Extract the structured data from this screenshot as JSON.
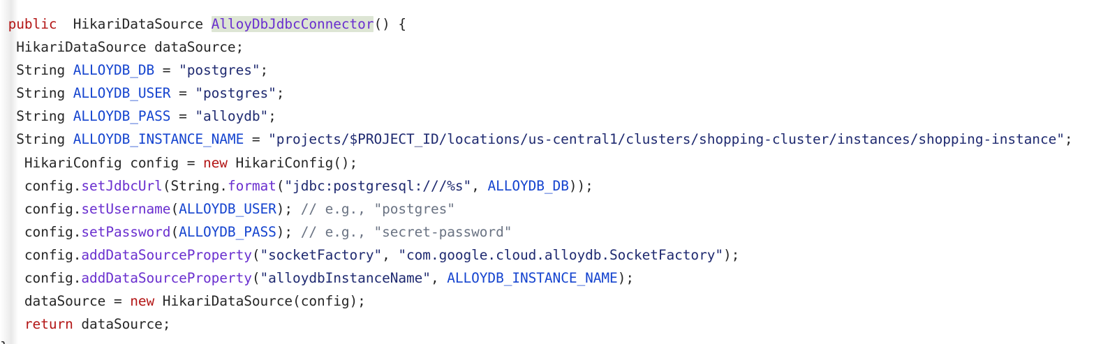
{
  "figure": {
    "name": "java-code-snippet",
    "language": "java",
    "background_color": "#ffffff",
    "highlight_color": "#dde5d4",
    "colors": {
      "keyword": "#b31616",
      "identifier": "#1544cf",
      "string": "#1f2a70",
      "method": "#6a2fcf",
      "comment": "#6a7383",
      "plain": "#262626"
    }
  },
  "code": {
    "lines": [
      {
        "n": 1,
        "text": "public  HikariDataSource AlloyDbJdbcConnector() {",
        "tokens": [
          {
            "t": " ",
            "c": "plain"
          },
          {
            "t": "public",
            "c": "kw"
          },
          {
            "t": "  ",
            "c": "plain"
          },
          {
            "t": "HikariDataSource",
            "c": "type"
          },
          {
            "t": " ",
            "c": "plain"
          },
          {
            "t": "AlloyDbJdbcConnector",
            "c": "hl"
          },
          {
            "t": "() {",
            "c": "plain"
          }
        ]
      },
      {
        "n": 2,
        "text": " HikariDataSource dataSource;",
        "tokens": [
          {
            "t": "  HikariDataSource dataSource;",
            "c": "plain"
          }
        ]
      },
      {
        "n": 3,
        "text": " String ALLOYDB_DB = \"postgres\";",
        "tokens": [
          {
            "t": "  String ",
            "c": "plain"
          },
          {
            "t": "ALLOYDB_DB",
            "c": "ident"
          },
          {
            "t": " = ",
            "c": "plain"
          },
          {
            "t": "\"postgres\"",
            "c": "str"
          },
          {
            "t": ";",
            "c": "plain"
          }
        ]
      },
      {
        "n": 4,
        "text": " String ALLOYDB_USER = \"postgres\";",
        "tokens": [
          {
            "t": "  String ",
            "c": "plain"
          },
          {
            "t": "ALLOYDB_USER",
            "c": "ident"
          },
          {
            "t": " = ",
            "c": "plain"
          },
          {
            "t": "\"postgres\"",
            "c": "str"
          },
          {
            "t": ";",
            "c": "plain"
          }
        ]
      },
      {
        "n": 5,
        "text": " String ALLOYDB_PASS = \"alloydb\";",
        "tokens": [
          {
            "t": "  String ",
            "c": "plain"
          },
          {
            "t": "ALLOYDB_PASS",
            "c": "ident"
          },
          {
            "t": " = ",
            "c": "plain"
          },
          {
            "t": "\"alloydb\"",
            "c": "str"
          },
          {
            "t": ";",
            "c": "plain"
          }
        ]
      },
      {
        "n": 6,
        "text": " String ALLOYDB_INSTANCE_NAME = \"projects/$PROJECT_ID/locations/us-central1/clusters/shopping-cluster/instances/shopping-instance\";",
        "tokens": [
          {
            "t": "  String ",
            "c": "plain"
          },
          {
            "t": "ALLOYDB_INSTANCE_NAME",
            "c": "ident"
          },
          {
            "t": " = ",
            "c": "plain"
          },
          {
            "t": "\"projects/$PROJECT_ID/locations/us-central1/clusters/shopping-cluster/instances/shopping-instance\"",
            "c": "str"
          },
          {
            "t": ";",
            "c": "plain"
          }
        ]
      },
      {
        "n": 7,
        "text": "  HikariConfig config = new HikariConfig();",
        "tokens": [
          {
            "t": "   HikariConfig config = ",
            "c": "plain"
          },
          {
            "t": "new",
            "c": "kw"
          },
          {
            "t": " HikariConfig();",
            "c": "plain"
          }
        ]
      },
      {
        "n": 8,
        "text": "  config.setJdbcUrl(String.format(\"jdbc:postgresql:///%s\", ALLOYDB_DB));",
        "tokens": [
          {
            "t": "   config.",
            "c": "plain"
          },
          {
            "t": "setJdbcUrl",
            "c": "method"
          },
          {
            "t": "(String.",
            "c": "plain"
          },
          {
            "t": "format",
            "c": "method"
          },
          {
            "t": "(",
            "c": "plain"
          },
          {
            "t": "\"jdbc:postgresql:///%s\"",
            "c": "str"
          },
          {
            "t": ", ",
            "c": "plain"
          },
          {
            "t": "ALLOYDB_DB",
            "c": "ident"
          },
          {
            "t": "));",
            "c": "plain"
          }
        ]
      },
      {
        "n": 9,
        "text": "  config.setUsername(ALLOYDB_USER); // e.g., \"postgres\"",
        "tokens": [
          {
            "t": "   config.",
            "c": "plain"
          },
          {
            "t": "setUsername",
            "c": "method"
          },
          {
            "t": "(",
            "c": "plain"
          },
          {
            "t": "ALLOYDB_USER",
            "c": "ident"
          },
          {
            "t": "); ",
            "c": "plain"
          },
          {
            "t": "// e.g., ",
            "c": "comment"
          },
          {
            "t": "\"postgres\"",
            "c": "comment-str"
          }
        ]
      },
      {
        "n": 10,
        "text": "  config.setPassword(ALLOYDB_PASS); // e.g., \"secret-password\"",
        "tokens": [
          {
            "t": "   config.",
            "c": "plain"
          },
          {
            "t": "setPassword",
            "c": "method"
          },
          {
            "t": "(",
            "c": "plain"
          },
          {
            "t": "ALLOYDB_PASS",
            "c": "ident"
          },
          {
            "t": "); ",
            "c": "plain"
          },
          {
            "t": "// e.g., ",
            "c": "comment"
          },
          {
            "t": "\"secret-password\"",
            "c": "comment-str"
          }
        ]
      },
      {
        "n": 11,
        "text": "  config.addDataSourceProperty(\"socketFactory\", \"com.google.cloud.alloydb.SocketFactory\");",
        "tokens": [
          {
            "t": "   config.",
            "c": "plain"
          },
          {
            "t": "addDataSourceProperty",
            "c": "method"
          },
          {
            "t": "(",
            "c": "plain"
          },
          {
            "t": "\"socketFactory\"",
            "c": "str"
          },
          {
            "t": ", ",
            "c": "plain"
          },
          {
            "t": "\"com.google.cloud.alloydb.SocketFactory\"",
            "c": "str"
          },
          {
            "t": ");",
            "c": "plain"
          }
        ]
      },
      {
        "n": 12,
        "text": "  config.addDataSourceProperty(\"alloydbInstanceName\", ALLOYDB_INSTANCE_NAME);",
        "tokens": [
          {
            "t": "   config.",
            "c": "plain"
          },
          {
            "t": "addDataSourceProperty",
            "c": "method"
          },
          {
            "t": "(",
            "c": "plain"
          },
          {
            "t": "\"alloydbInstanceName\"",
            "c": "str"
          },
          {
            "t": ", ",
            "c": "plain"
          },
          {
            "t": "ALLOYDB_INSTANCE_NAME",
            "c": "ident"
          },
          {
            "t": ");",
            "c": "plain"
          }
        ]
      },
      {
        "n": 13,
        "text": "  dataSource = new HikariDataSource(config);",
        "tokens": [
          {
            "t": "   dataSource = ",
            "c": "plain"
          },
          {
            "t": "new",
            "c": "kw"
          },
          {
            "t": " HikariDataSource(config);",
            "c": "plain"
          }
        ]
      },
      {
        "n": 14,
        "text": "  return dataSource;",
        "tokens": [
          {
            "t": "   ",
            "c": "plain"
          },
          {
            "t": "return",
            "c": "kw"
          },
          {
            "t": " dataSource;",
            "c": "plain"
          }
        ]
      },
      {
        "n": 15,
        "text": "}",
        "tokens": [
          {
            "t": "}",
            "c": "plain"
          }
        ]
      }
    ]
  }
}
